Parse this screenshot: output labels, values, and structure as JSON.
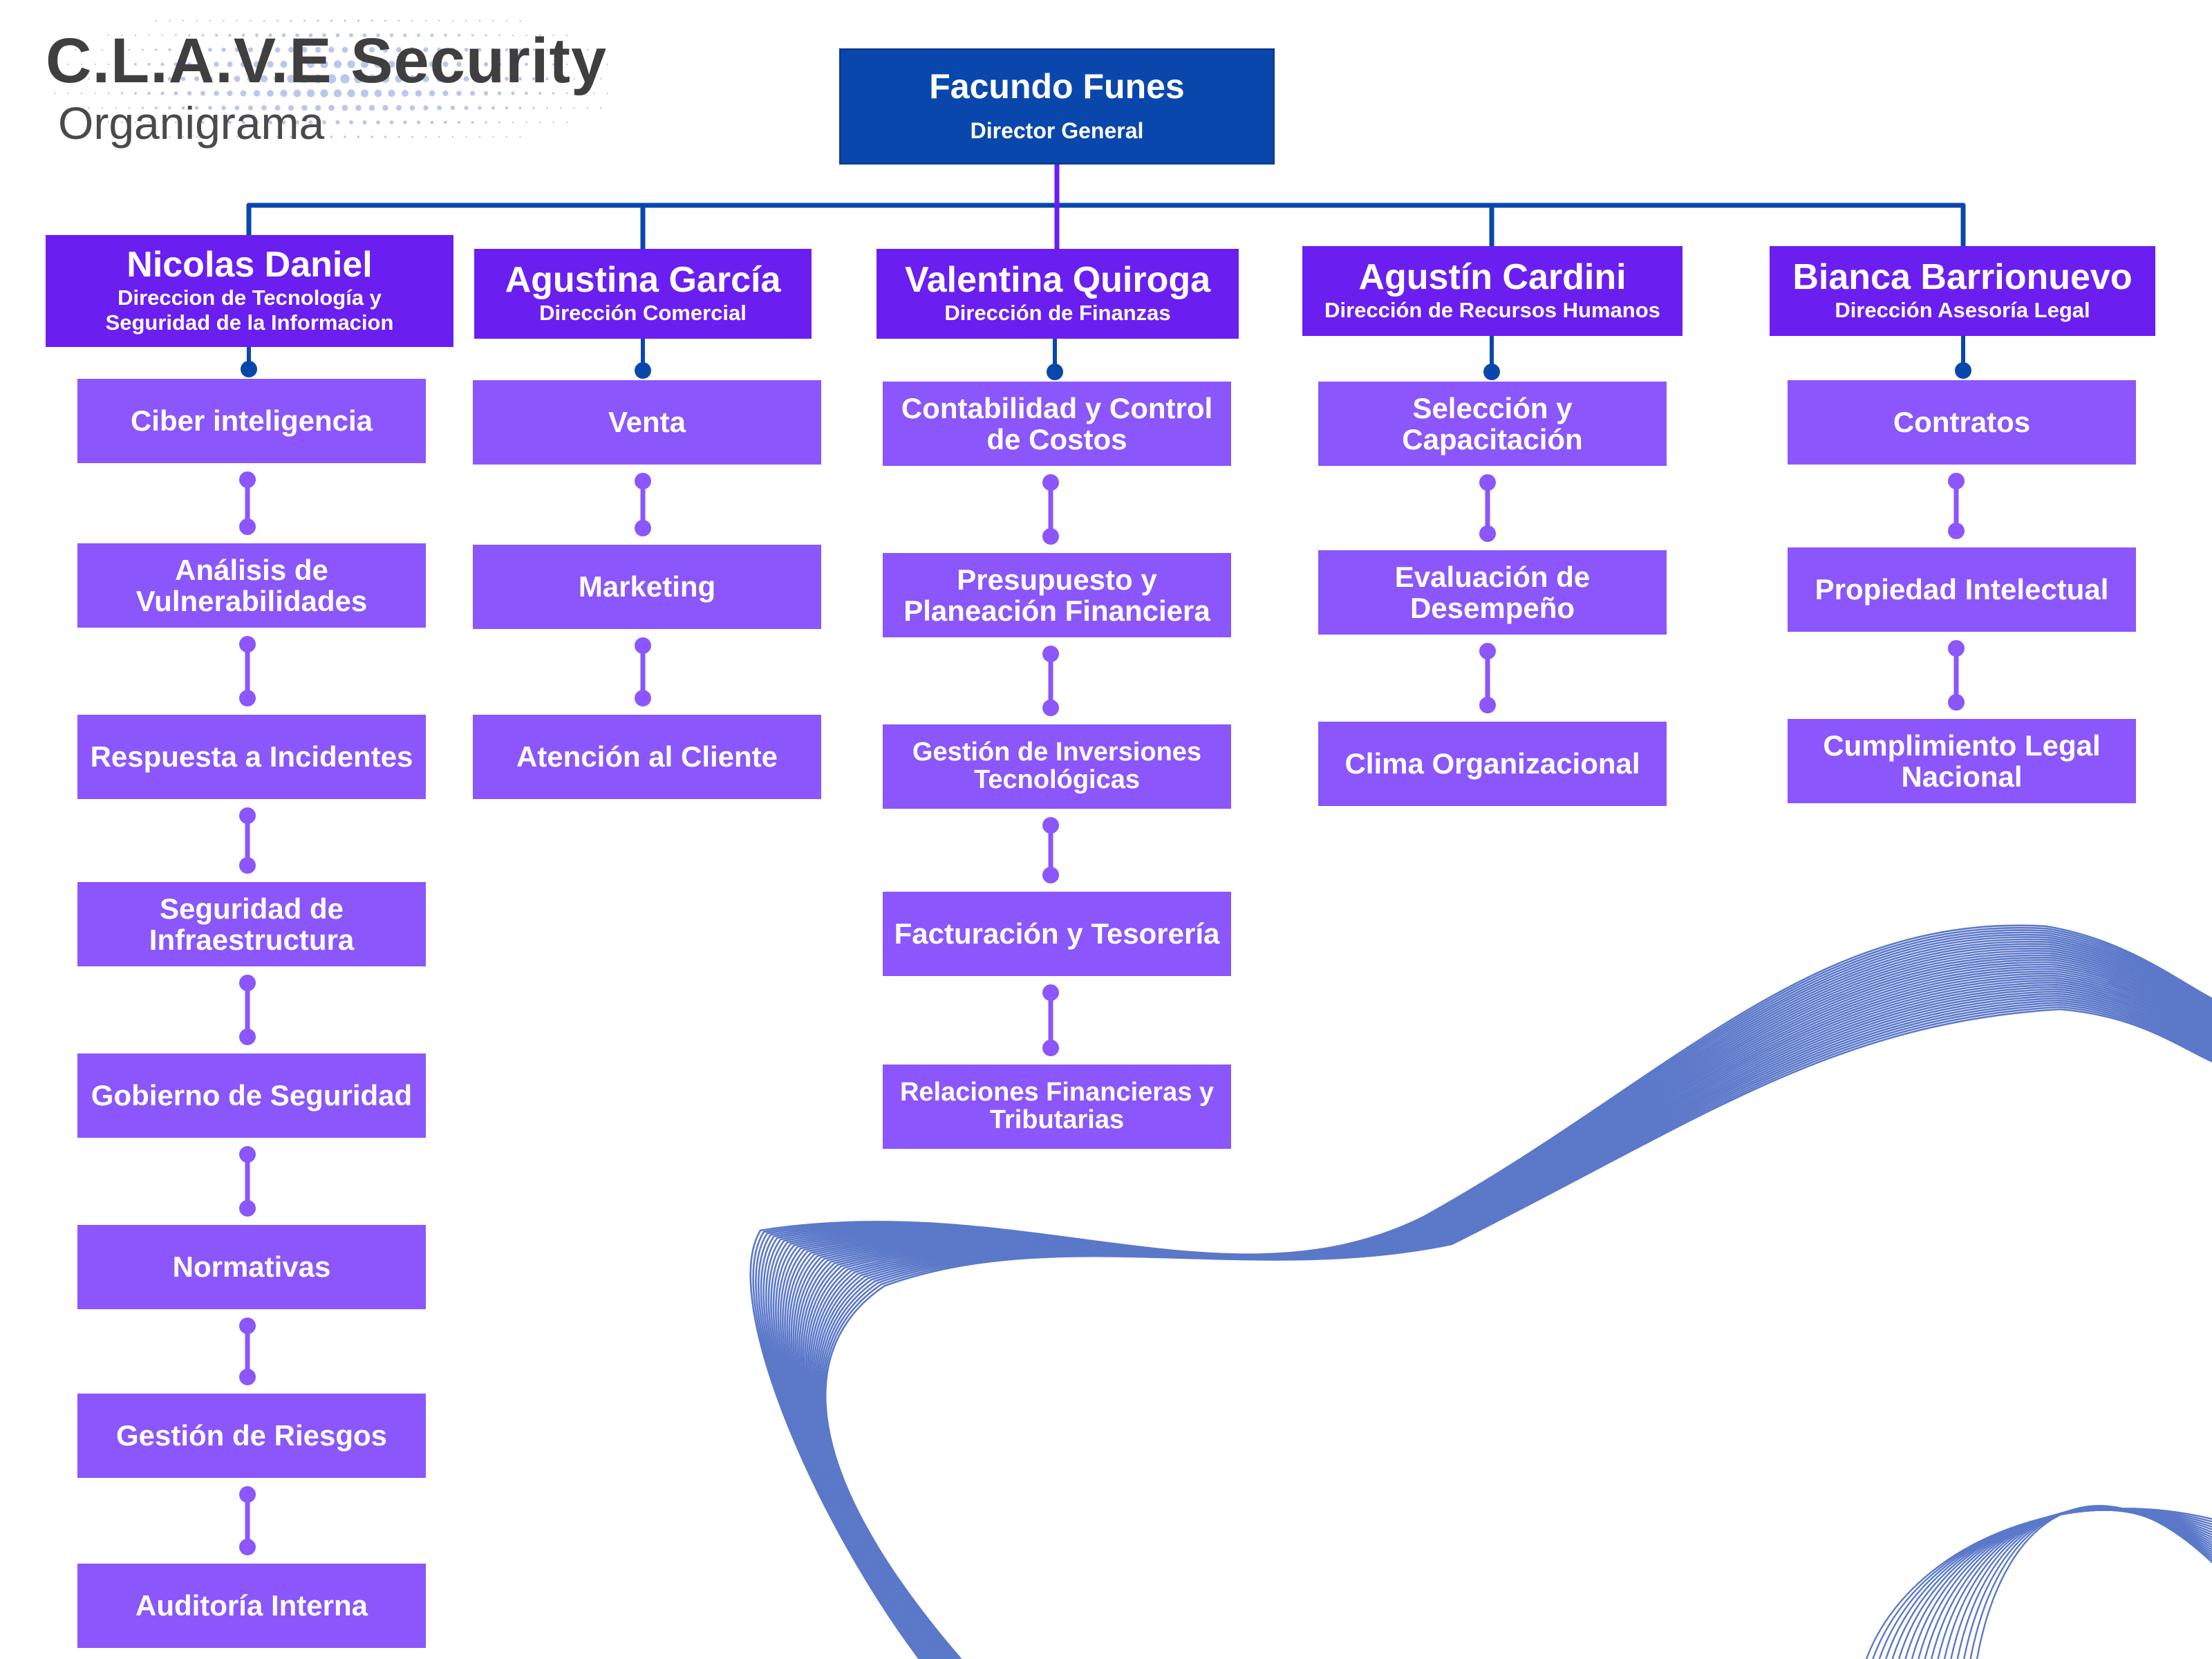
{
  "header": {
    "title": "C.L.A.V.E Security",
    "subtitle": "Organigrama"
  },
  "colors": {
    "director": "#0a47ad",
    "head": "#6a1ff0",
    "unit": "#8b56fb",
    "blue_line": "#0a47ad",
    "purple_line": "#8b56fb",
    "wave": "#5b78c9"
  },
  "director": {
    "name": "Facundo Funes",
    "role": "Director General"
  },
  "heads": [
    {
      "name": "Nicolas Daniel",
      "role": "Direccion de Tecnología y Seguridad de la Informacion"
    },
    {
      "name": "Agustina García",
      "role": "Dirección Comercial"
    },
    {
      "name": "Valentina Quiroga",
      "role": "Dirección de Finanzas"
    },
    {
      "name": "Agustín Cardini",
      "role": "Dirección de Recursos Humanos"
    },
    {
      "name": "Bianca Barrionuevo",
      "role": "Dirección Asesoría Legal"
    }
  ],
  "units": [
    [
      "Ciber inteligencia",
      "Análisis de Vulnerabilidades",
      "Respuesta a Incidentes",
      "Seguridad de Infraestructura",
      "Gobierno de Seguridad",
      "Normativas",
      "Gestión de Riesgos",
      "Auditoría Interna"
    ],
    [
      "Venta",
      "Marketing",
      "Atención al Cliente"
    ],
    [
      "Contabilidad y Control de Costos",
      "Presupuesto y Planeación Financiera",
      "Gestión de Inversiones Tecnológicas",
      "Facturación y Tesorería",
      "Relaciones Financieras y Tributarias"
    ],
    [
      "Selección y Capacitación",
      "Evaluación de Desempeño",
      "Clima Organizacional"
    ],
    [
      "Contratos",
      "Propiedad Intelectual",
      "Cumplimiento Legal Nacional"
    ]
  ]
}
